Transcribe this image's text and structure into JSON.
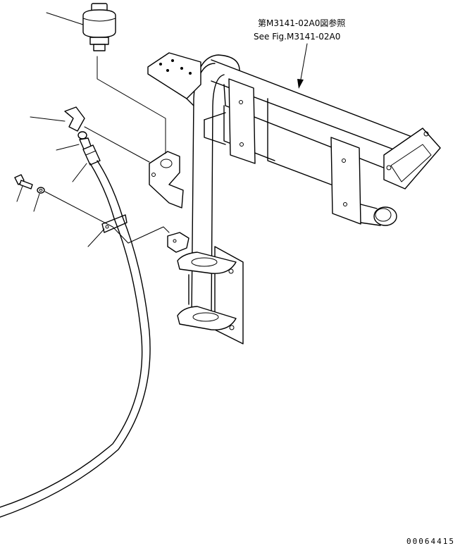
{
  "reference": {
    "line_jp": "第M3141-02A0図参照",
    "line_en": "See Fig.M3141-02A0"
  },
  "drawing_number": "00064415"
}
